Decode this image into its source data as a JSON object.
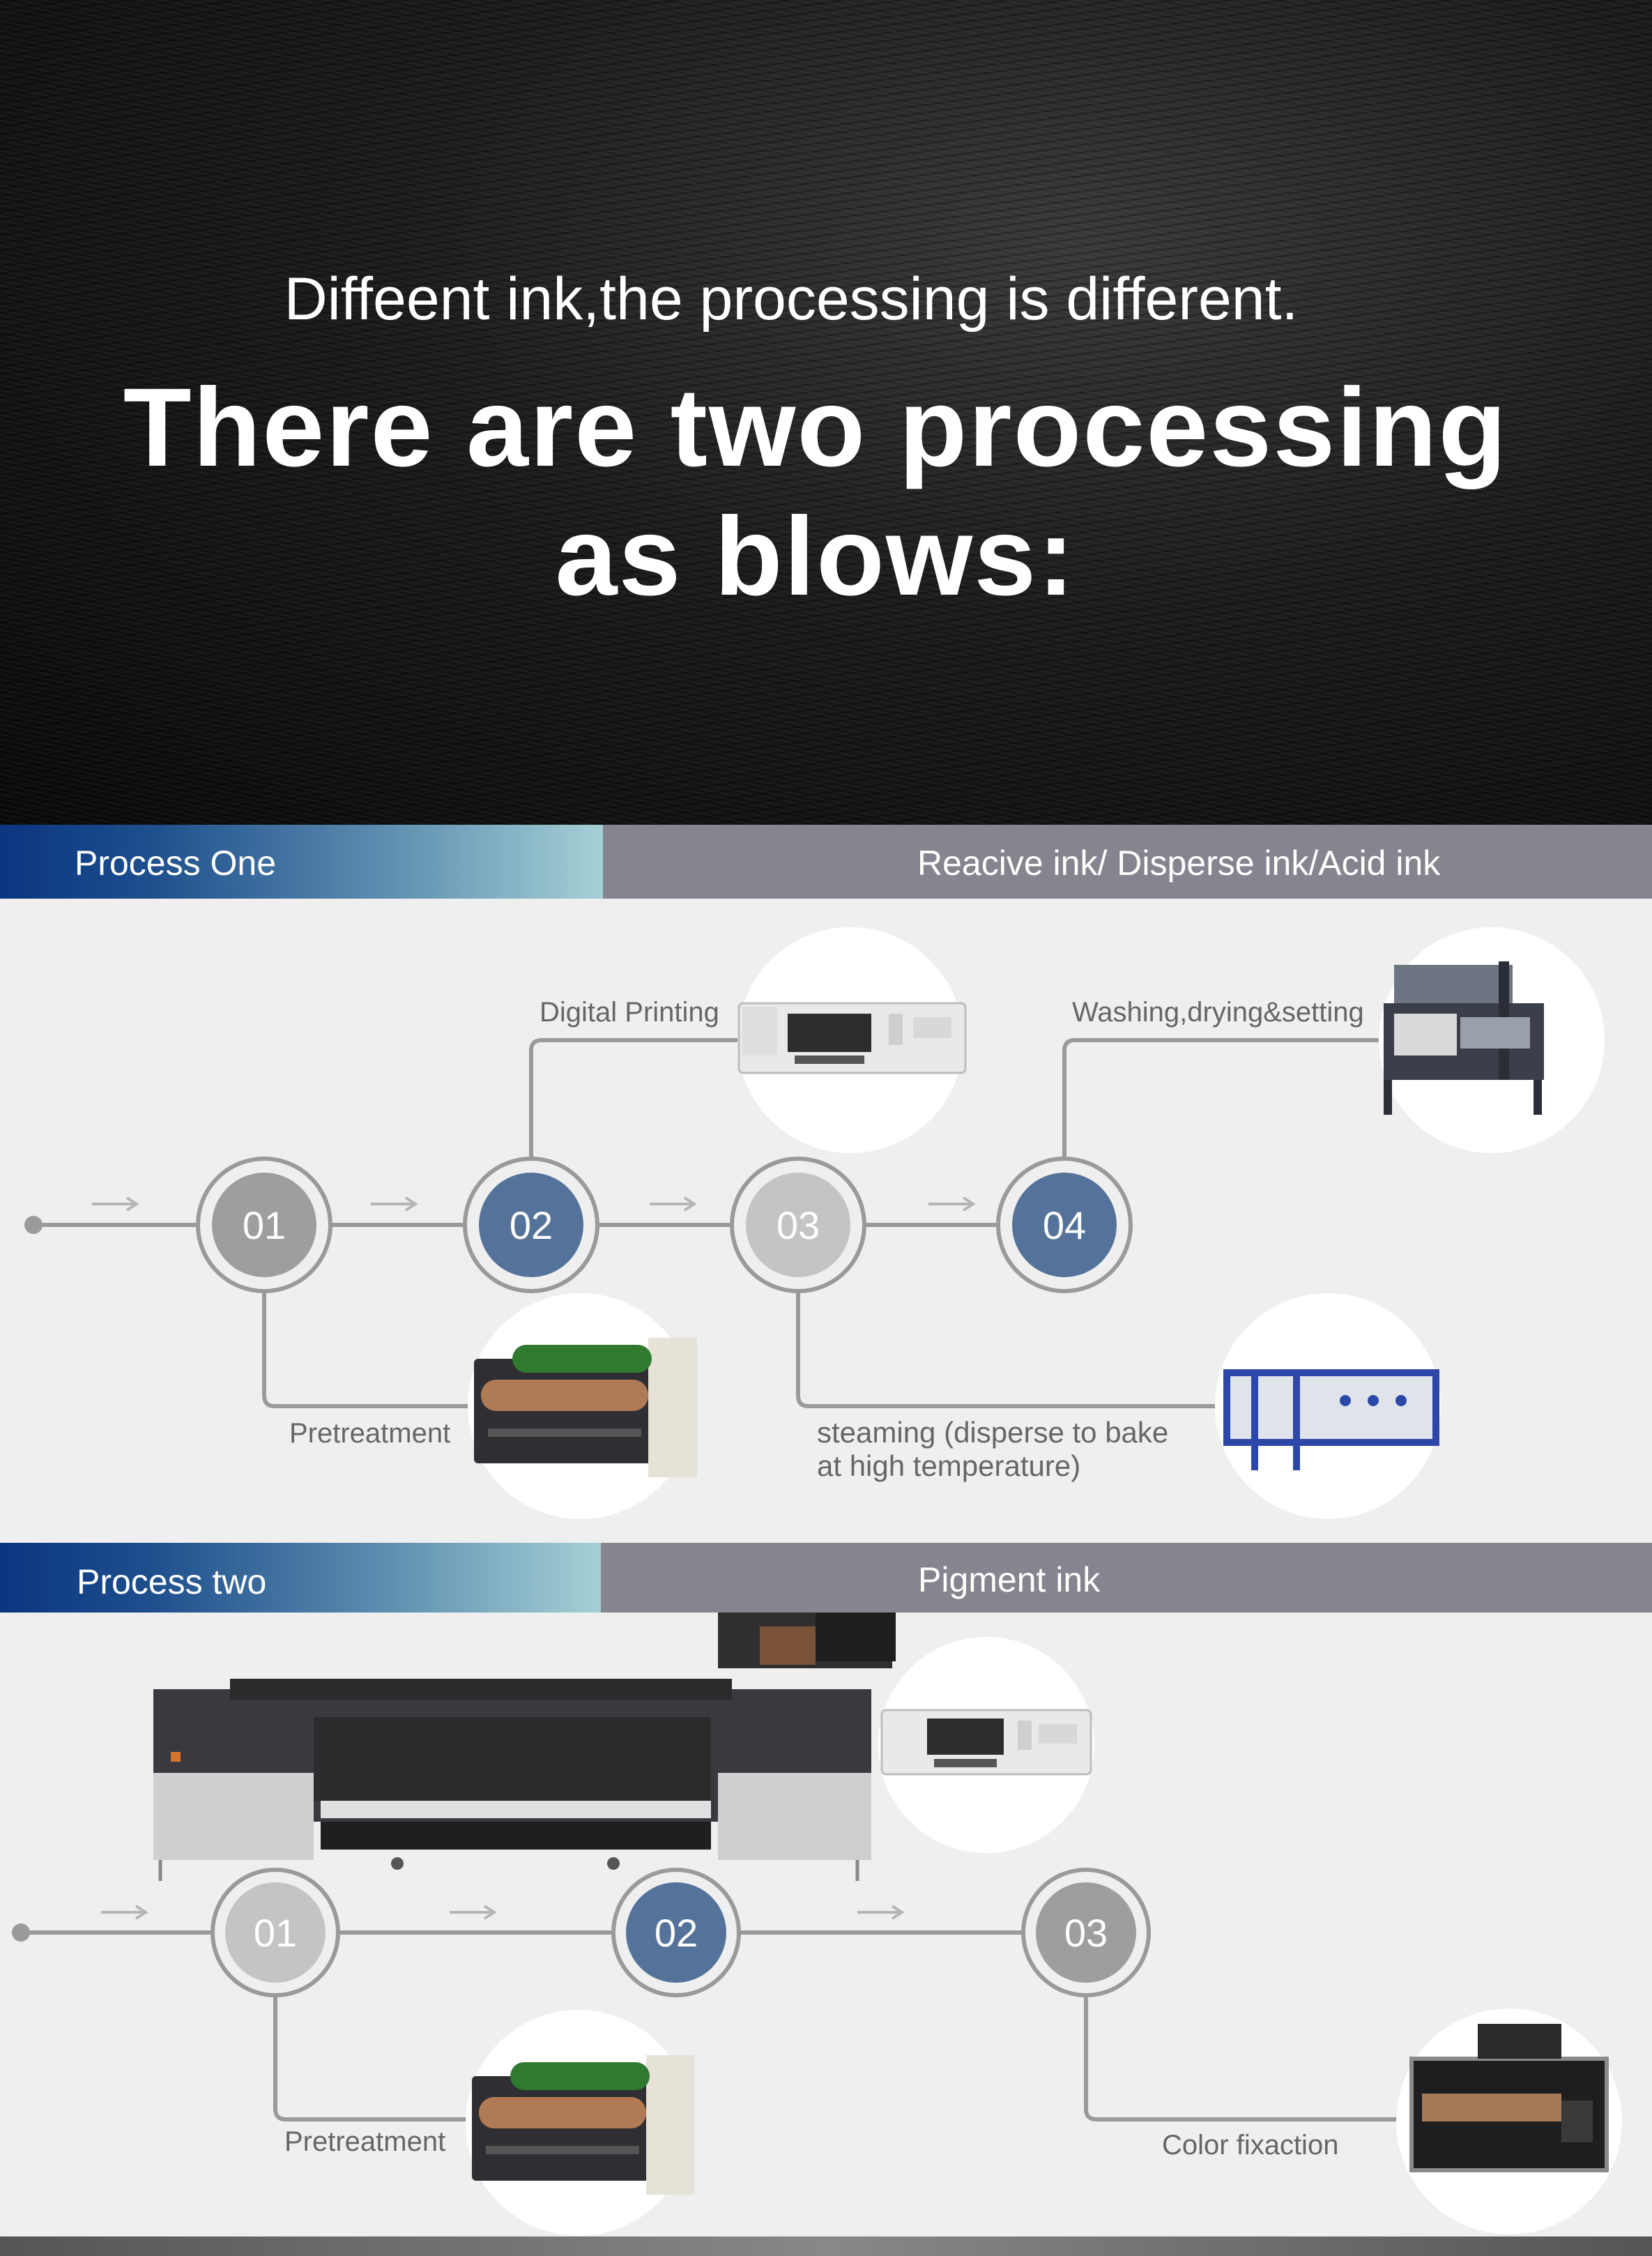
{
  "hero": {
    "subtitle": "Diffeent ink,the processing is different.",
    "title_line1": "There are two processing",
    "title_line2": "as blows:"
  },
  "process_one": {
    "label": "Process One",
    "ink": "Reacive ink/ Disperse ink/Acid ink",
    "steps": [
      {
        "num": "01",
        "caption": "Pretreatment"
      },
      {
        "num": "02",
        "caption": "Digital Printing"
      },
      {
        "num": "03",
        "caption_line1": "steaming (disperse to bake",
        "caption_line2": "at high temperature)"
      },
      {
        "num": "04",
        "caption": "Washing,drying&setting"
      }
    ]
  },
  "process_two": {
    "label": "Process two",
    "ink": "Pigment ink",
    "steps": [
      {
        "num": "01",
        "caption": "Pretreatment"
      },
      {
        "num": "02"
      },
      {
        "num": "03",
        "caption": "Color fixaction"
      }
    ]
  },
  "colors": {
    "grey_node": "#9e9e9e",
    "light_node": "#c4c4c4",
    "blue_node": "#55739a",
    "line": "#9a9a9a"
  }
}
